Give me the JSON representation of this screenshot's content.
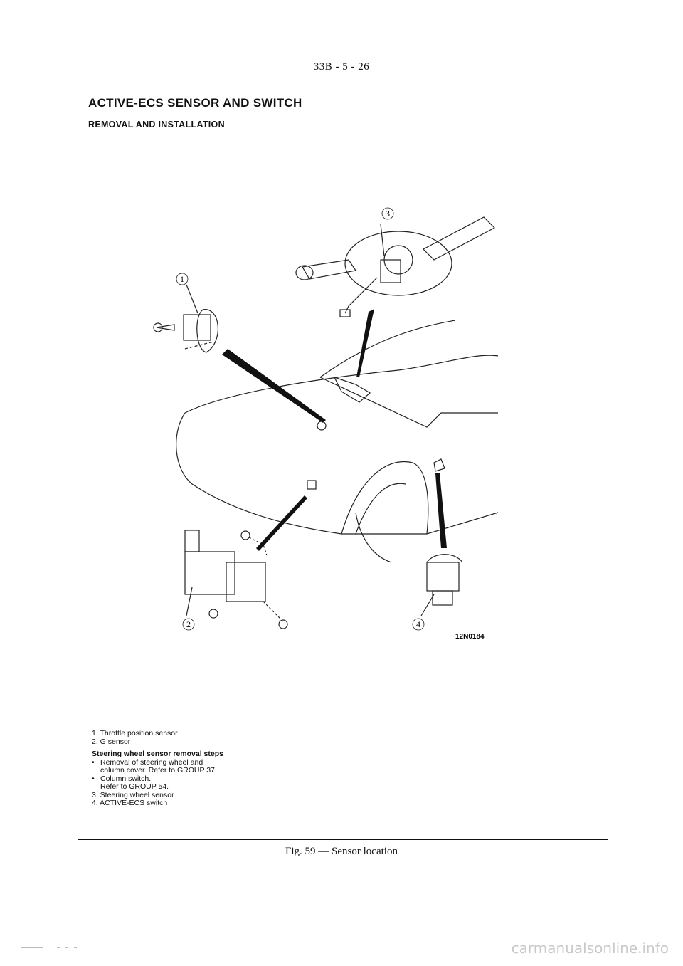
{
  "header": {
    "page_number": "33B - 5 - 26"
  },
  "section": {
    "title": "ACTIVE-ECS SENSOR AND SWITCH",
    "subtitle": "REMOVAL AND INSTALLATION"
  },
  "figure": {
    "code": "12N0184",
    "callouts": [
      "1",
      "2",
      "3",
      "4"
    ]
  },
  "legend": {
    "items": [
      "1. Throttle position sensor",
      "2. G sensor"
    ],
    "steps_heading": "Steering wheel sensor removal steps",
    "bullet_1": "Removal of steering wheel and",
    "bullet_1_cont": "column cover. Refer to GROUP 37.",
    "bullet_2": "Column switch.",
    "bullet_2_cont": "Refer to GROUP 54.",
    "step_3": "3. Steering wheel sensor",
    "step_4": "4. ACTIVE-ECS switch"
  },
  "caption": "Fig. 59 — Sensor location",
  "watermark": "carmanualsonline.info"
}
